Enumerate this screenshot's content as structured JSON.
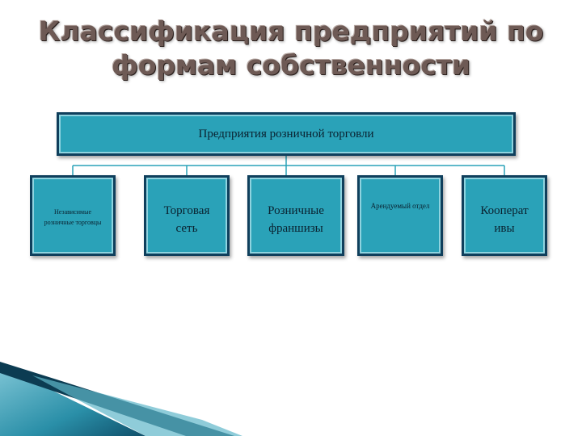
{
  "title": {
    "line1": "Классификация предприятий по",
    "line2": "формам собственности"
  },
  "root": {
    "label": "Предприятия розничной торговли"
  },
  "children": [
    {
      "label": "Независимые розничные торговцы"
    },
    {
      "label": "Торговая сеть"
    },
    {
      "label": "Розничные франшизы"
    },
    {
      "label": "Арендуемый отдел"
    },
    {
      "label": "Кооперат ивы"
    }
  ],
  "colors": {
    "box_fill": "#2aa2b8",
    "box_border": "#0f3f5c",
    "title_text": "#6e5a55",
    "accent_dark": "#0d3d55"
  }
}
